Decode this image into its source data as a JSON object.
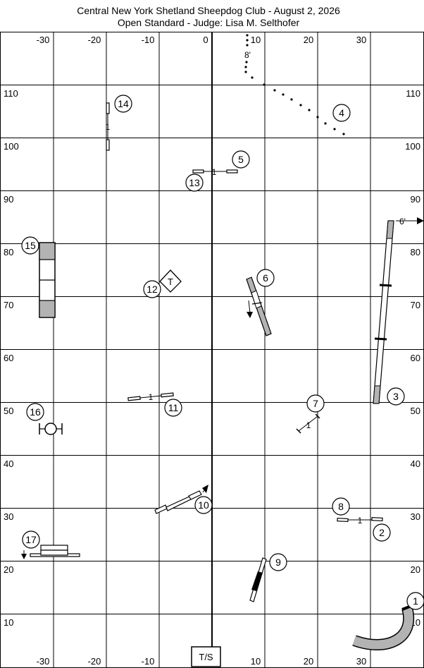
{
  "title": {
    "line1": "Central New York Shetland Sheepdog Club - August 2, 2026",
    "line2": "Open Standard - Judge: Lisa M. Selthofer"
  },
  "axes": {
    "top_x_labels": [
      "-30",
      "-20",
      "-10",
      "0",
      "10",
      "20",
      "30"
    ],
    "bottom_x_labels": [
      "-30",
      "-20",
      "-10",
      "10",
      "20",
      "30"
    ],
    "y_labels": [
      "110",
      "100",
      "90",
      "80",
      "70",
      "60",
      "50",
      "40",
      "30",
      "20",
      "10"
    ]
  },
  "start": {
    "label": "T/S"
  },
  "table": {
    "label": "T"
  },
  "dimensions": {
    "tunnel_top": "8'",
    "teeter": "6'"
  },
  "jump_bar_label": "1",
  "obstacles": [
    {
      "number": "1"
    },
    {
      "number": "2"
    },
    {
      "number": "3"
    },
    {
      "number": "4"
    },
    {
      "number": "5"
    },
    {
      "number": "6"
    },
    {
      "number": "7"
    },
    {
      "number": "8"
    },
    {
      "number": "9"
    },
    {
      "number": "10"
    },
    {
      "number": "11"
    },
    {
      "number": "12"
    },
    {
      "number": "13"
    },
    {
      "number": "14"
    },
    {
      "number": "15"
    },
    {
      "number": "16"
    },
    {
      "number": "17"
    }
  ],
  "colors": {
    "line": "#000000",
    "fill_gray": "#b3b3b3",
    "background": "#ffffff"
  }
}
